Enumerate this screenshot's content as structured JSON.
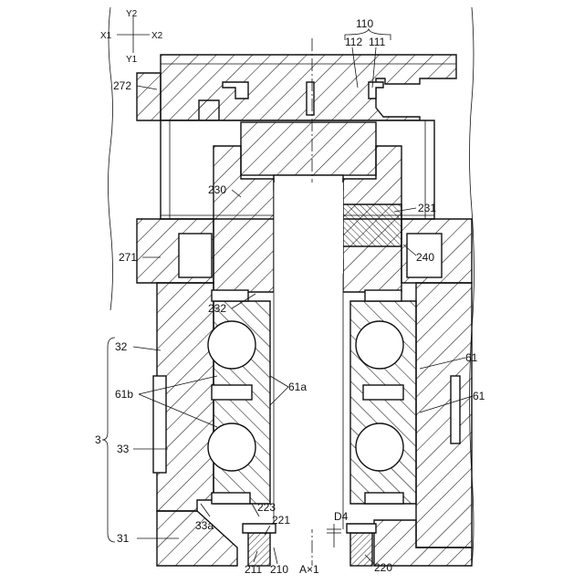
{
  "axes": {
    "y_up": "Y2",
    "y_down": "Y1",
    "x_left": "X1",
    "x_right": "X2"
  },
  "labels": {
    "l110": "110",
    "l112": "112",
    "l111": "111",
    "l272": "272",
    "l230": "230",
    "l231": "231",
    "l271": "271",
    "l240": "240",
    "l232": "232",
    "l32": "32",
    "l61a": "61a",
    "l61b": "61b",
    "l61_upper": "61",
    "l61_lower": "61",
    "l3": "3",
    "l33": "33",
    "l223": "223",
    "l221": "221",
    "l33a": "33a",
    "lD4": "D4",
    "l31": "31",
    "l211": "211",
    "l210": "210",
    "lAX1": "A×1",
    "l220": "220"
  }
}
